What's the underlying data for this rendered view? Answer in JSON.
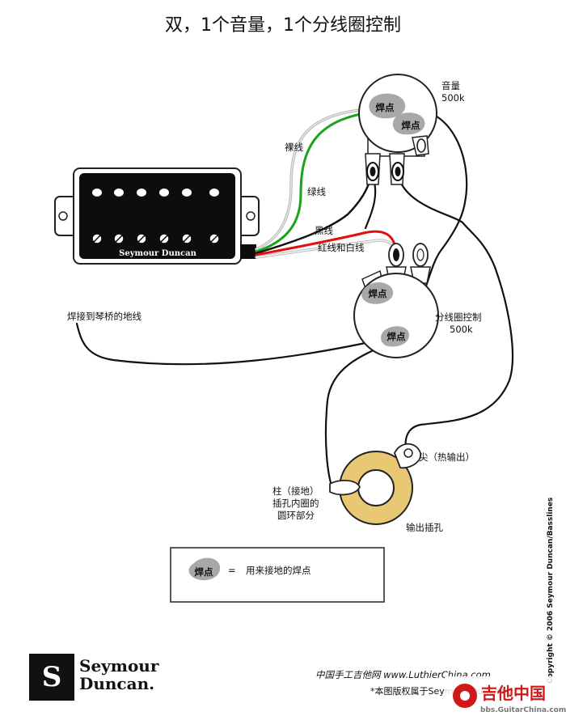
{
  "title": "双，1个音量，1个分线圈控制",
  "pickup": {
    "brand_label": "Seymour Duncan"
  },
  "wires": {
    "bare": "裸线",
    "green": "绿线",
    "black": "黑线",
    "red_white": "红线和白线",
    "bridge_ground": "焊接到琴桥的地线"
  },
  "volume_pot": {
    "name": "音量",
    "value": "500k"
  },
  "split_pot": {
    "name": "分线圈控制",
    "value": "500k"
  },
  "solder_label": "焊点",
  "jack": {
    "tip": "尖（热输出）",
    "sleeve_line1": "柱（接地）",
    "sleeve_line2": "插孔内圈的",
    "sleeve_line3": "圆环部分",
    "name": "输出插孔"
  },
  "legend": {
    "equals": "=",
    "text": "用来接地的焊点"
  },
  "logo": {
    "line1": "Seymour",
    "line2": "Duncan."
  },
  "footer": {
    "site": "中国手工吉他网  www.LuthierChina.com",
    "note": "*本图版权属于Seymour Duncan公司"
  },
  "copyright": "Copyright © 2006 Seymour Duncan/Basslines",
  "watermark": {
    "main": "吉他中国",
    "sub": "bbs.GuitarChina.com"
  },
  "colors": {
    "wire_green": "#1aa31a",
    "wire_red": "#e01010",
    "wire_bare": "#c8c8c8",
    "solder_blob": "#a8a8a8",
    "jack_ring": "#e8c873",
    "watermark_red": "#d01818"
  }
}
